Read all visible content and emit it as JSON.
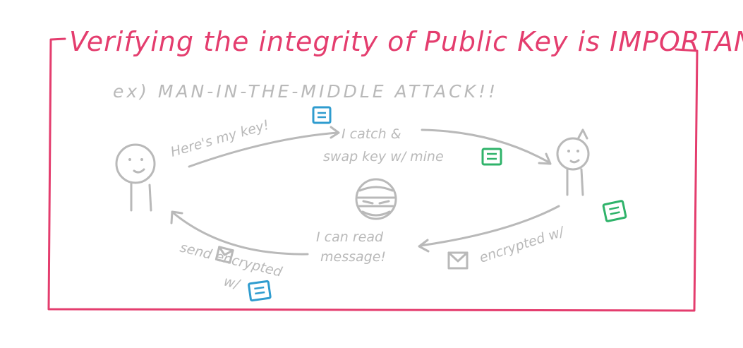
{
  "title": "Verifying the integrity of Public Key is IMPORTANT",
  "subtitle": "ex) MAN-IN-THE-MIDDLE ATTACK!!",
  "labels": {
    "heres_my_key": "Here's my key!",
    "swap_line1": "I catch &",
    "swap_line2": "swap key w/ mine",
    "read_line1": "I can read",
    "read_line2": "message!",
    "encrypted_with": "encrypted w/",
    "send_line1": "send encrypted",
    "send_line2": "w/"
  },
  "icons": {
    "blue_key": "blue-key-icon",
    "green_key": "green-key-icon",
    "envelope": "envelope-icon",
    "attacker": "ninja-attacker-icon"
  },
  "colors": {
    "title": "#e43d6e",
    "frame": "#e43d6e",
    "sketch": "#b9b9b9",
    "blue_key": "#2f9ccf",
    "green_key": "#2fb36a"
  }
}
